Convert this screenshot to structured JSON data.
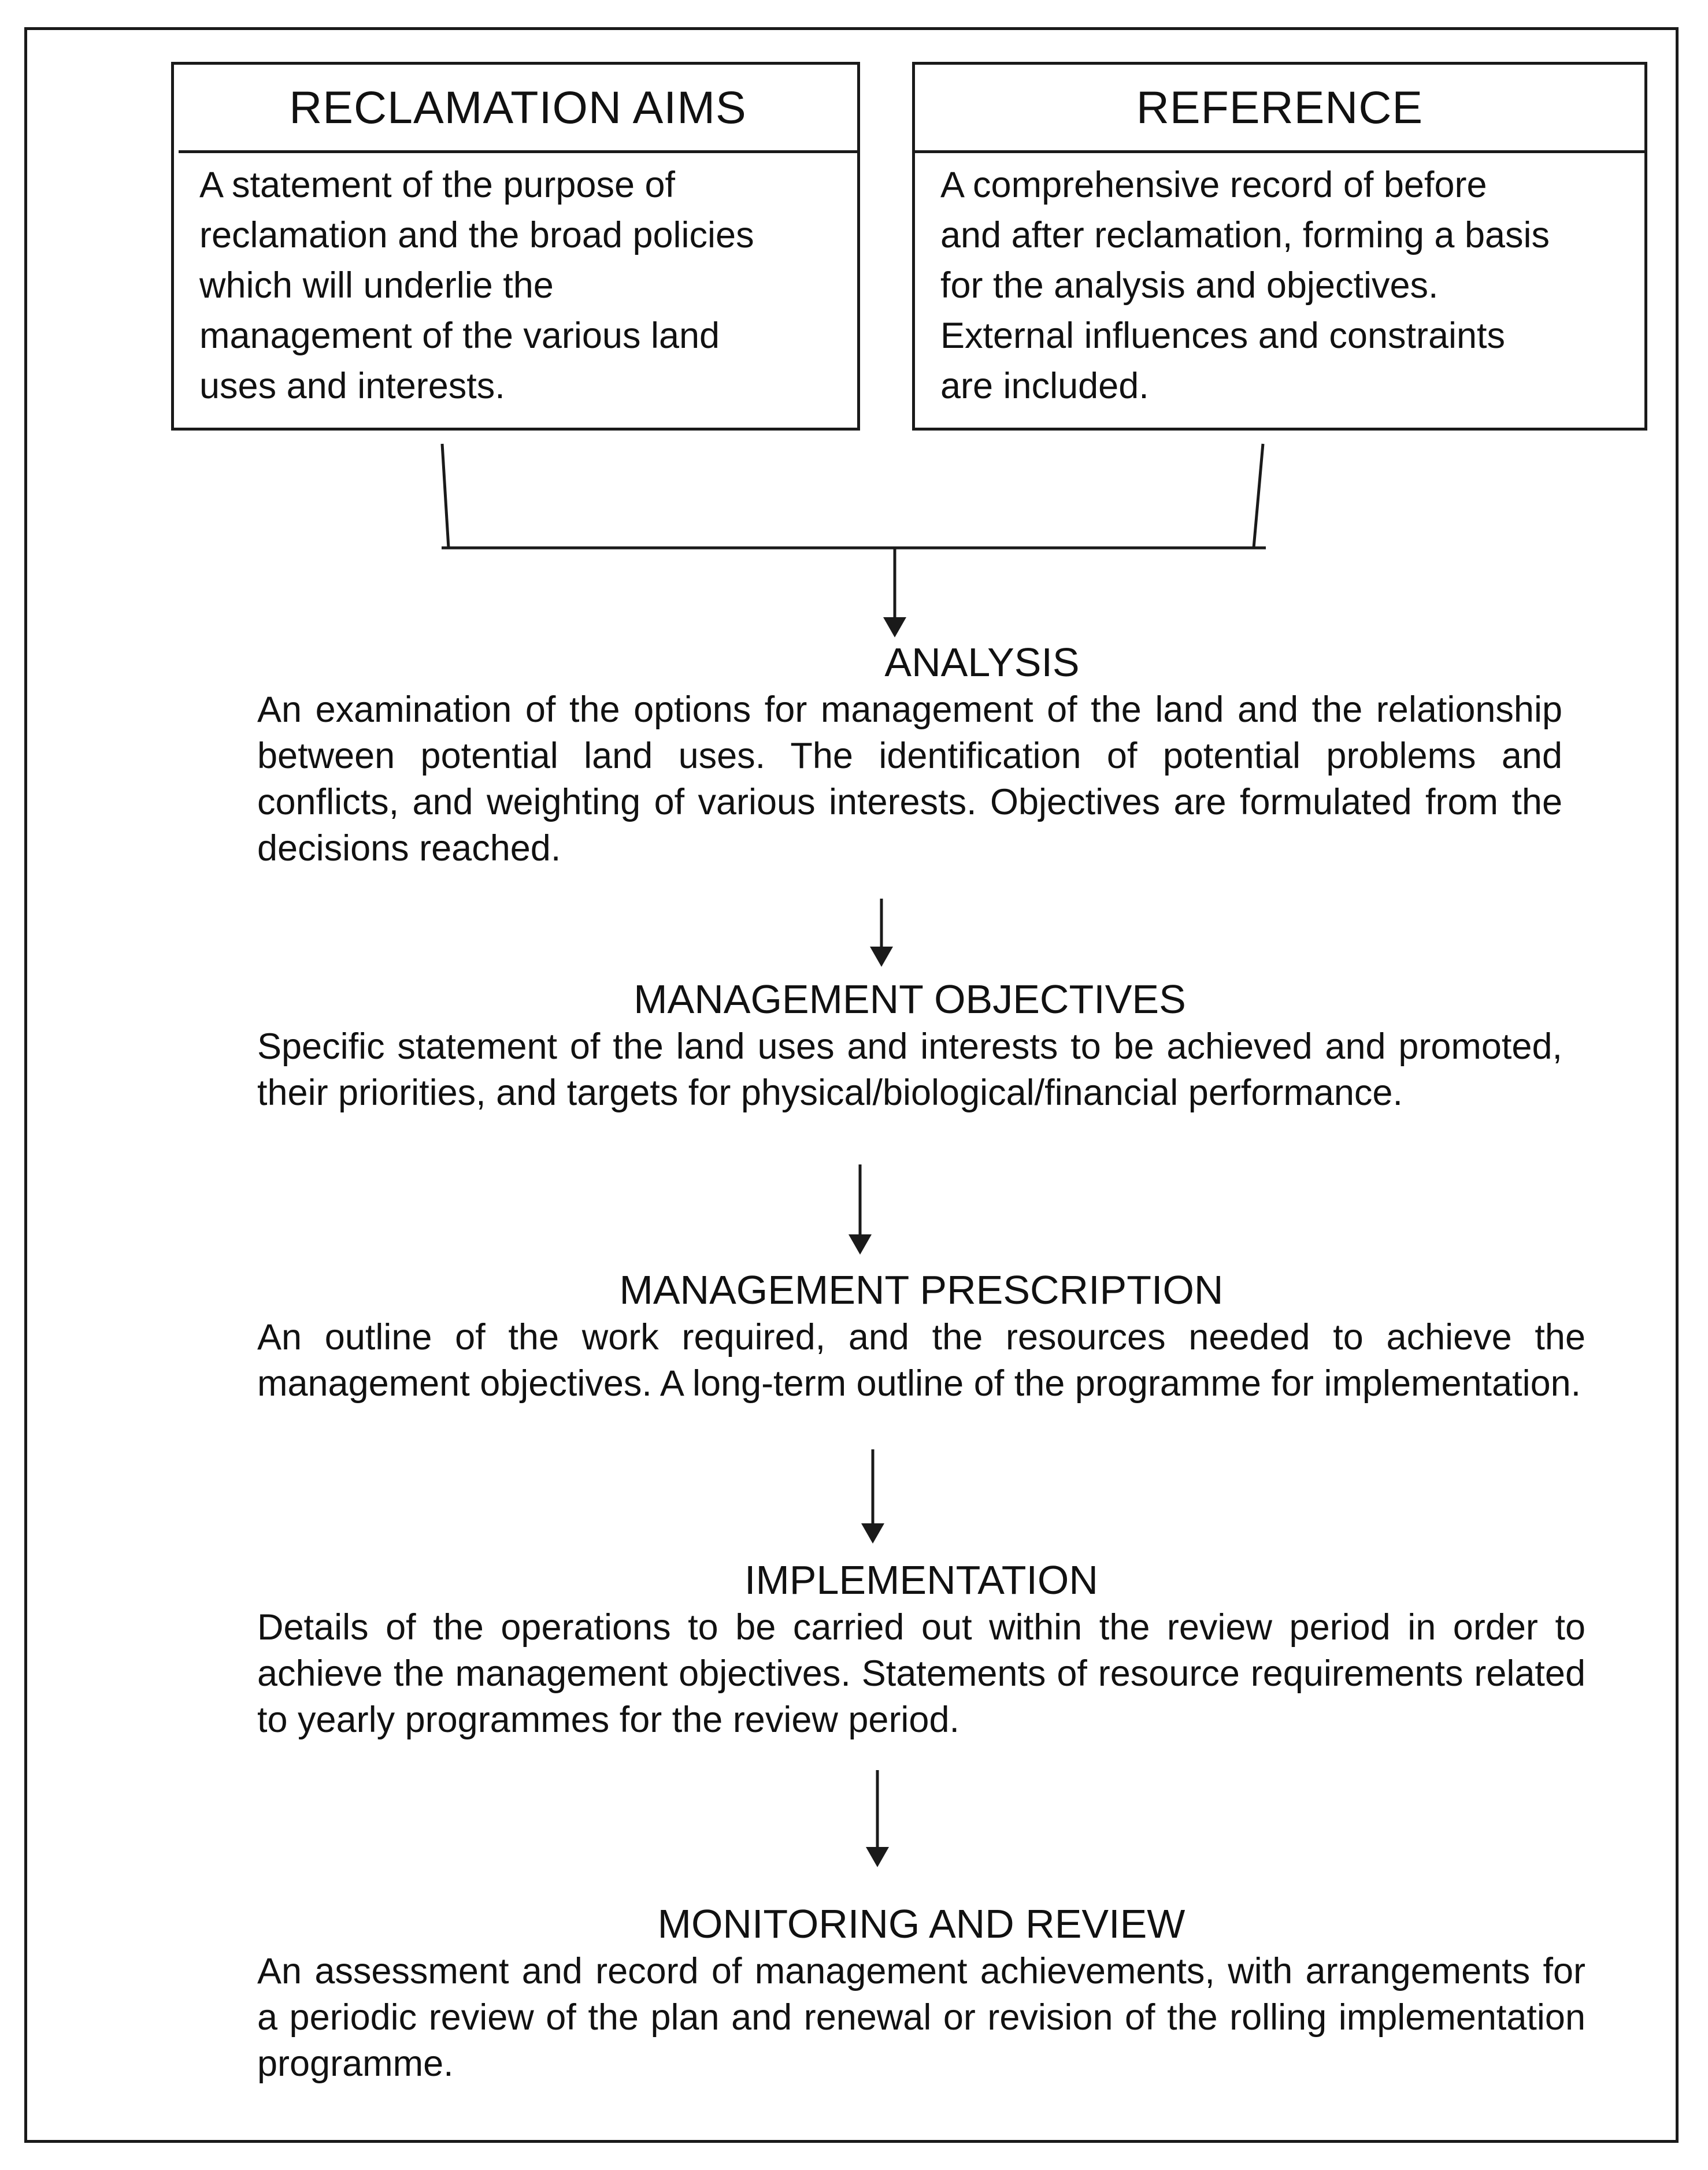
{
  "top_boxes": {
    "aims": {
      "title": "RECLAMATION AIMS",
      "body": "A statement of the purpose of\nreclamation and the broad policies\nwhich will underlie the\nmanagement of the various land\nuses and interests."
    },
    "reference": {
      "title": "REFERENCE",
      "body": "A comprehensive record of before\nand after reclamation, forming a basis\nfor the analysis and objectives.\nExternal influences and constraints\nare included."
    }
  },
  "sections": {
    "analysis": {
      "heading": "ANALYSIS",
      "body": "An examination of the options for management of the land and the relationship between potential land uses. The identification of potential problems and conflicts, and weighting of various interests. Objectives are formulated from the decisions reached."
    },
    "objectives": {
      "heading": "MANAGEMENT OBJECTIVES",
      "body": "Specific statement of the land uses and interests to be achieved and promoted, their priorities, and targets for physical/biological/financial performance."
    },
    "prescription": {
      "heading": "MANAGEMENT PRESCRIPTION",
      "body": "An outline of the work required, and the resources needed to achieve the management objectives. A long-term outline of the programme for implementation."
    },
    "implementation": {
      "heading": "IMPLEMENTATION",
      "body": "Details of the operations to be carried out within the review period in order to achieve the management objectives. Statements of resource requirements related to yearly programmes for the review period."
    },
    "monitoring": {
      "heading": "MONITORING AND REVIEW",
      "body": "An assessment and record of management achievements, with arrangements for a periodic review of the plan and renewal or revision of the rolling implementation programme."
    }
  }
}
